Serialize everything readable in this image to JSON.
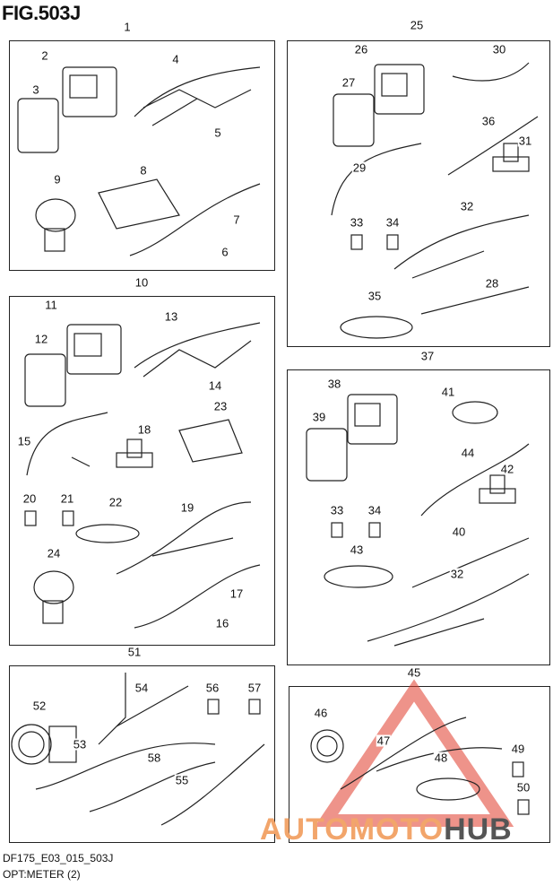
{
  "header": {
    "title": "FIG.503J"
  },
  "callouts": [
    "1",
    "2",
    "3",
    "4",
    "5",
    "6",
    "7",
    "8",
    "9",
    "10",
    "11",
    "12",
    "13",
    "14",
    "15",
    "16",
    "17",
    "18",
    "19",
    "20",
    "21",
    "22",
    "23",
    "24",
    "25",
    "26",
    "27",
    "28",
    "29",
    "30",
    "31",
    "32",
    "33",
    "34",
    "35",
    "36",
    "37",
    "38",
    "39",
    "40",
    "41",
    "42",
    "43",
    "44",
    "45",
    "46",
    "47",
    "48",
    "49",
    "50",
    "51",
    "52",
    "53",
    "54",
    "55",
    "56",
    "57",
    "58"
  ],
  "footer": {
    "code": "DF175_E03_015_503J",
    "name": "OPT:METER (2)"
  },
  "watermark": {
    "part1": "AUTOMOTO",
    "part2": "HUB",
    "accent": "#e03a2a"
  }
}
